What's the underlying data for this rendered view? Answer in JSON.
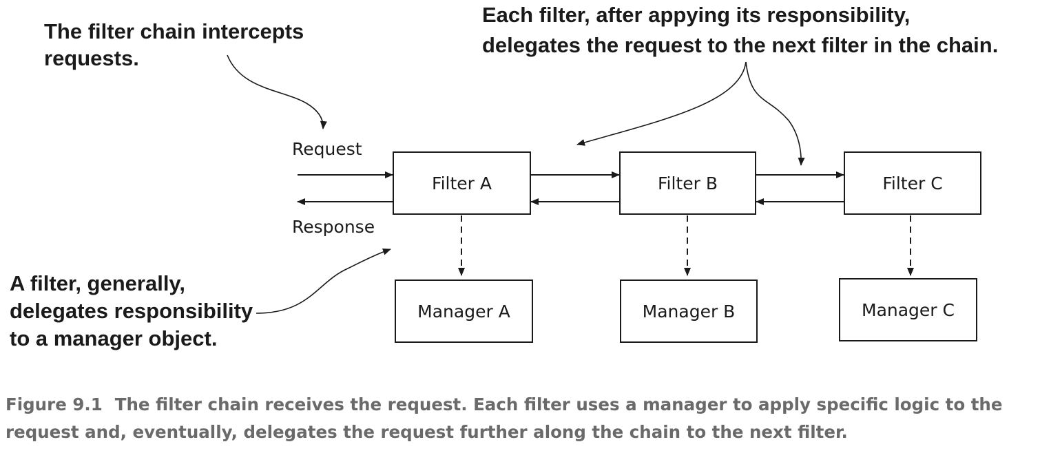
{
  "annotations": {
    "chain_intercepts": [
      "The filter chain intercepts",
      "requests."
    ],
    "each_filter_delegates": [
      "Each filter, after appying its responsibility,",
      "delegates the request to the next filter in the chain."
    ],
    "filter_delegates_manager": [
      "A filter, generally,",
      "delegates responsibility",
      "to a manager object."
    ]
  },
  "labels": {
    "request": "Request",
    "response": "Response"
  },
  "filters": [
    {
      "label": "Filter A",
      "manager": "Manager A"
    },
    {
      "label": "Filter B",
      "manager": "Manager B"
    },
    {
      "label": "Filter C",
      "manager": "Manager C"
    }
  ],
  "caption": {
    "number": "Figure 9.1",
    "text": "The filter chain receives the request. Each filter uses a manager to apply specific logic to the request and, eventually, delegates the request further along the chain to the next filter."
  }
}
